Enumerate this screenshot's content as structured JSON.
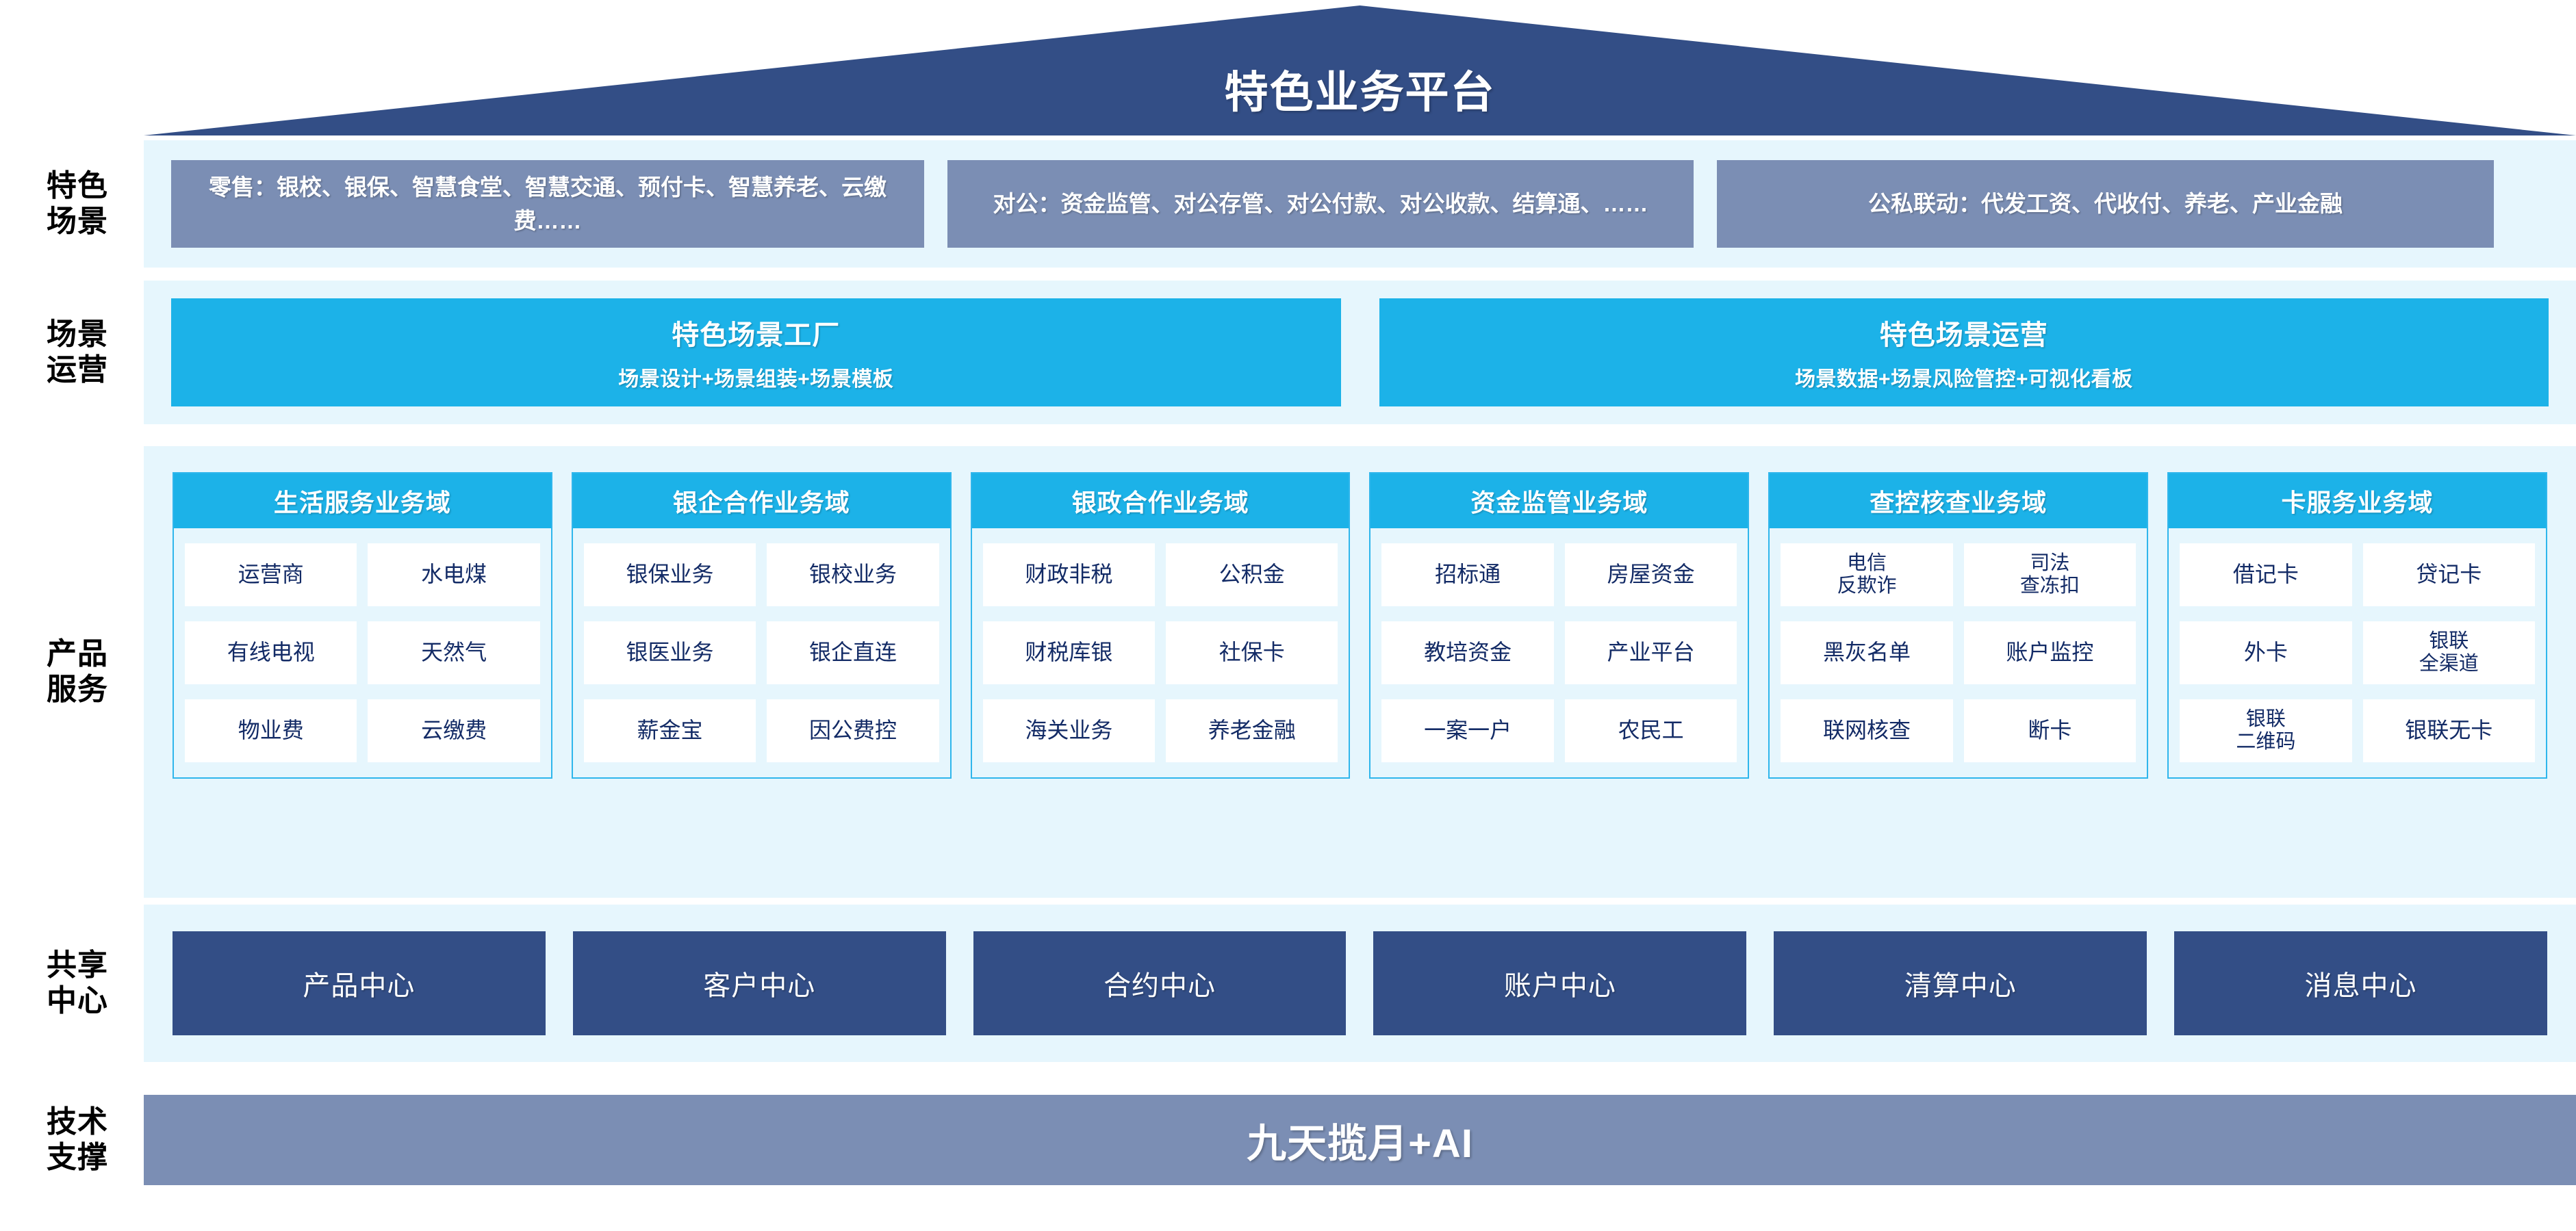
{
  "title": "特色业务平台",
  "colors": {
    "navy": "#334E86",
    "slate": "#7B8EB4",
    "cyan": "#1CB2E8",
    "band_bg": "#E6F6FD",
    "cell_text": "#132B66"
  },
  "row_labels": [
    {
      "line1": "特色",
      "line2": "场景"
    },
    {
      "line1": "场景",
      "line2": "运营"
    },
    {
      "line1": "产品",
      "line2": "服务"
    },
    {
      "line1": "共享",
      "line2": "中心"
    },
    {
      "line1": "技术",
      "line2": "支撑"
    }
  ],
  "scenarios": [
    {
      "text": "零售：银校、银保、智慧食堂、智慧交通、预付卡、智慧养老、云缴费……"
    },
    {
      "text": "对公：资金监管、对公存管、对公付款、对公收款、结算通、……"
    },
    {
      "text": "公私联动：代发工资、代收付、养老、产业金融"
    }
  ],
  "operations": [
    {
      "title": "特色场景工厂",
      "subtitle": "场景设计+场景组装+场景模板"
    },
    {
      "title": "特色场景运营",
      "subtitle": "场景数据+场景风险管控+可视化看板"
    }
  ],
  "product_domains": [
    {
      "title": "生活服务业务域",
      "items": [
        "运营商",
        "水电煤",
        "有线电视",
        "天然气",
        "物业费",
        "云缴费"
      ]
    },
    {
      "title": "银企合作业务域",
      "items": [
        "银保业务",
        "银校业务",
        "银医业务",
        "银企直连",
        "薪金宝",
        "因公费控"
      ]
    },
    {
      "title": "银政合作业务域",
      "items": [
        "财政非税",
        "公积金",
        "财税库银",
        "社保卡",
        "海关业务",
        "养老金融"
      ]
    },
    {
      "title": "资金监管业务域",
      "items": [
        "招标通",
        "房屋资金",
        "教培资金",
        "产业平台",
        "一案一户",
        "农民工"
      ]
    },
    {
      "title": "查控核查业务域",
      "items": [
        "电信\n反欺诈",
        "司法\n查冻扣",
        "黑灰名单",
        "账户监控",
        "联网核查",
        "断卡"
      ]
    },
    {
      "title": "卡服务业务域",
      "items": [
        "借记卡",
        "贷记卡",
        "外卡",
        "银联\n全渠道",
        "银联\n二维码",
        "银联无卡"
      ]
    }
  ],
  "shared_centers": [
    "产品中心",
    "客户中心",
    "合约中心",
    "账户中心",
    "清算中心",
    "消息中心"
  ],
  "tech_support": "九天揽月+AI"
}
